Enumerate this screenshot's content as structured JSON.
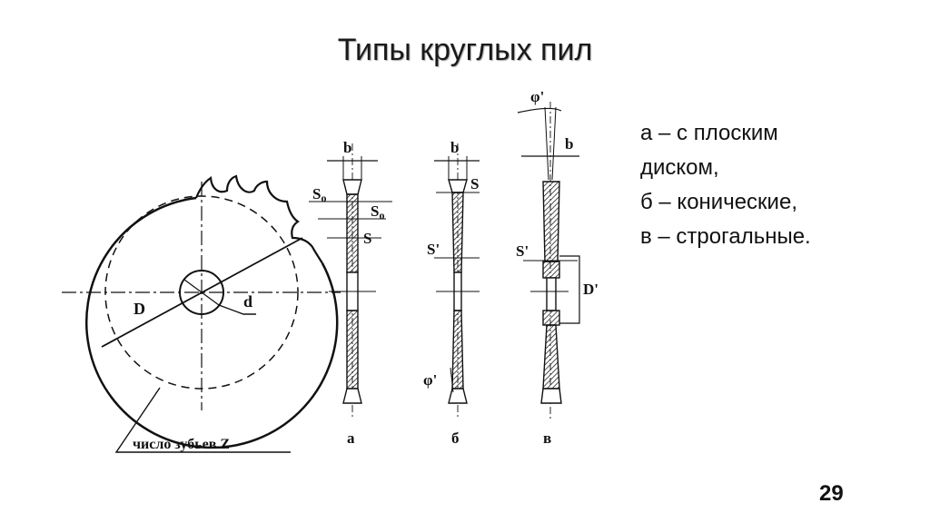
{
  "slide": {
    "title": "Типы круглых пил",
    "page_number": "29"
  },
  "legend": {
    "items": [
      "а – с плоским",
      "диском,",
      "б – конические,",
      "в – строгальные."
    ]
  },
  "figure": {
    "disc": {
      "label_D": "D",
      "label_d": "d",
      "label_teeth": "число зубьев Z"
    },
    "profile_a": {
      "caption": "а",
      "label_b": "b",
      "label_So_left": "S",
      "label_So_left_sub": "o",
      "label_So_right": "S",
      "label_So_right_sub": "o",
      "label_S": "S"
    },
    "profile_b": {
      "caption": "б",
      "label_b": "b",
      "label_S": "S",
      "label_S_prime": "S'",
      "label_phi": "φ'"
    },
    "profile_v": {
      "caption": "в",
      "label_phi": "φ'",
      "label_b": "b",
      "label_S_prime": "S'",
      "label_D_prime": "D'"
    }
  }
}
